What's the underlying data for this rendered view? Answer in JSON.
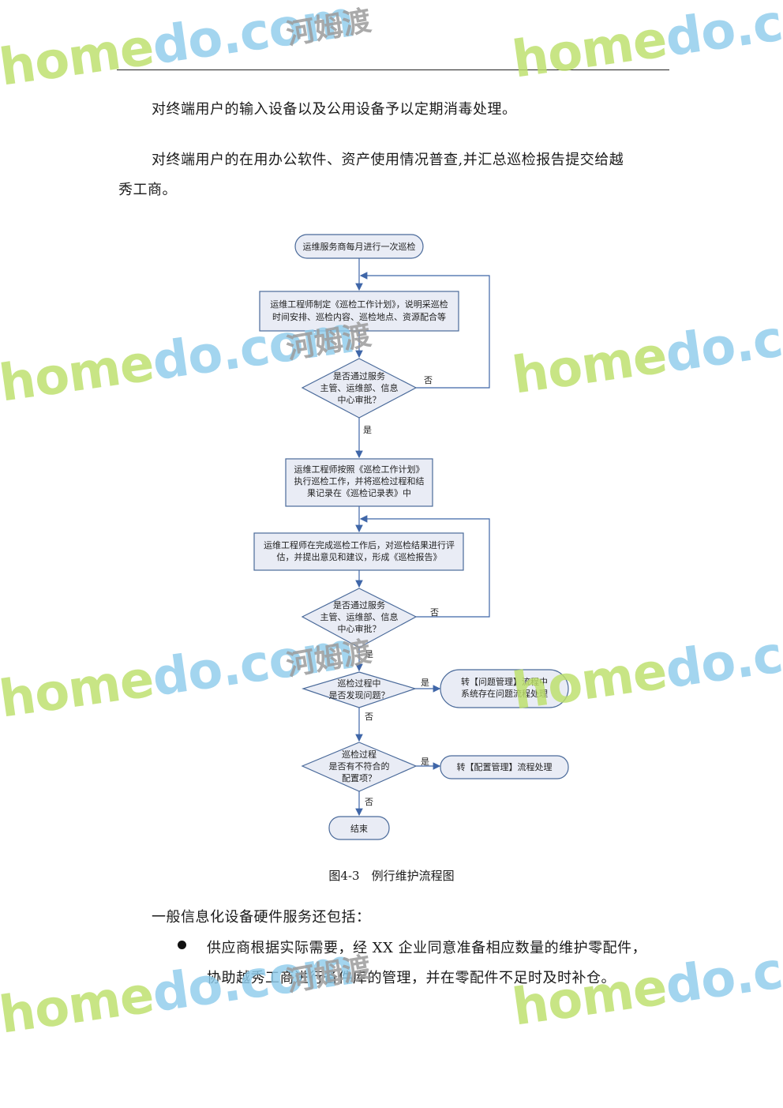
{
  "paragraphs": {
    "p1": "对终端用户的输入设备以及公用设备予以定期消毒处理。",
    "p2a": "对终端用户的在用办公软件、资产使用情况普查,并汇总巡检报告提交给越",
    "p2b": "秀工商。",
    "p3": "一般信息化设备硬件服务还包括：",
    "b1a": "供应商根据实际需要，经 XX 企业同意准备相应数量的维护零配件，",
    "b1b": "协助越秀工商进行备件库的管理，并在零配件不足时及时补仓。"
  },
  "figure_caption": "图4-3　例行维护流程图",
  "flowchart": {
    "start": "运维服务商每月进行一次巡检",
    "step1": [
      "运维工程师制定《巡检工作计划》，说明采巡检",
      "时间安排、巡检内容、巡检地点、资源配合等"
    ],
    "decision1": [
      "是否通过服务",
      "主管、运维部、信息",
      "中心审批？"
    ],
    "step2": [
      "运维工程师按照《巡检工作计划》",
      "执行巡检工作，并将巡检过程和结",
      "果记录在《巡检记录表》中"
    ],
    "step3": [
      "运维工程师在完成巡检工作后，对巡检结果进行评",
      "估，并提出意见和建议，形成《巡检报告》"
    ],
    "decision2": [
      "是否通过服务",
      "主管、运维部、信息",
      "中心审批？"
    ],
    "decision3": [
      "巡检过程中",
      "是否发现问题？"
    ],
    "side3": [
      "转【问题管理】流程中",
      "系统存在问题流程处理"
    ],
    "decision4": [
      "巡检过程",
      "是否有不符合的",
      "配置项？"
    ],
    "side4": "转【配置管理】流程处理",
    "end": "结束",
    "yes": "是",
    "no": "否",
    "colors": {
      "box_fill": "#e9ecf5",
      "border": "#4a6a9a",
      "arrow": "#3f66a8"
    }
  },
  "watermark": {
    "en_h": "home",
    "en_d": "do",
    "en_tail": ".com",
    "cn": "河姆渡"
  }
}
